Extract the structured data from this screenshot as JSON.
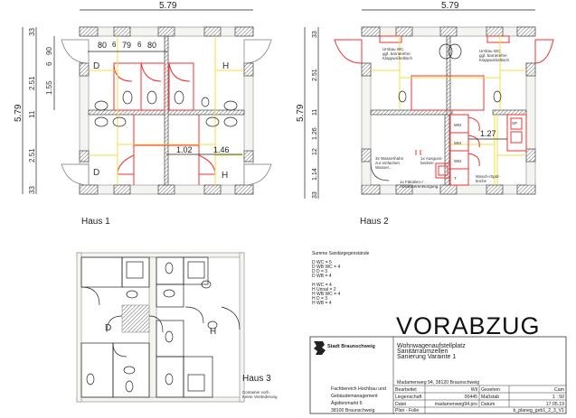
{
  "haus1": {
    "title": "Haus 1",
    "width_dim": "5.79",
    "height_dim": "5.79",
    "left_dims": [
      "33",
      "2.51",
      "11",
      "2.51",
      "33"
    ],
    "inner_left_dims": [
      "90",
      "6",
      "1.55"
    ],
    "stall_dims": [
      "80",
      "6",
      "79",
      "6",
      "80"
    ],
    "bottom_dims": [
      "1.02",
      "1.46"
    ],
    "room_labels": [
      "D",
      "H",
      "D",
      "H"
    ]
  },
  "haus2": {
    "title": "Haus 2",
    "width_dim": "5.79",
    "height_dim": "5.79",
    "left_dims": [
      "33",
      "2.51",
      "11",
      "1.26",
      "12",
      "1.14",
      "33"
    ],
    "inner_dim": "1.27",
    "note_umbau": [
      "Umbau WC,",
      "ggf. barrierefrei",
      "Klappwickeltisch"
    ],
    "note_wasserhahn": [
      "3x Wasserhahn",
      "zur einfachen",
      "Wasser..."
    ],
    "note_ausguss": [
      "1x Ausguss-",
      "becken"
    ],
    "note_faekalien": [
      "1x Fäkalien-/",
      "Abwasserentsorgung"
    ],
    "note_kueche": [
      "Wasch-/Spül-",
      "küche"
    ],
    "appliance_labels": [
      "WM",
      "WM",
      "WM",
      "T",
      "SP"
    ]
  },
  "haus3": {
    "title": "Haus 3",
    "note": [
      "Container vorh.",
      "Keine Veränderung"
    ],
    "room_labels": [
      "D",
      "H"
    ]
  },
  "summary": {
    "title": "Summe Sanitärgegenstände",
    "d_items": [
      "D WC = 5",
      "D WB WC = 4",
      "D D = 3",
      "D WB = 4"
    ],
    "h_items": [
      "H WC = 4",
      "H Urinal = 2",
      "H WB WC = 4",
      "H D = 3",
      "H WB = 4"
    ]
  },
  "stamp": "VORABZUG",
  "titleblock": {
    "org": "Stadt Braunschweig",
    "project": [
      "Wohnwagenaufstellplatz",
      "Sanitärraumzellen",
      "Sanierung Varainte 1"
    ],
    "address": "Madamenweg 94, 38120 Braunschweig",
    "department": [
      "Fachbereich Hochbau und",
      "Gebäudemanagement",
      "Ägidienmarkt 6",
      "38100 Braunschweig"
    ],
    "rows": [
      {
        "k1": "Bearbeitet",
        "v1": "Wil",
        "k2": "Gesehen",
        "v2": "Cam"
      },
      {
        "k1": "Liegenschaft",
        "v1": "00445",
        "k2": "Maßstab",
        "v2": "1 : 50"
      },
      {
        "k1": "Datei",
        "v1": "madamenweg94.pro",
        "k2": "Datum",
        "v2": "17.05.19"
      }
    ],
    "plan_label": "Plan - Folie",
    "plan_value": "b_planeg_geb1_2_3_V1"
  }
}
